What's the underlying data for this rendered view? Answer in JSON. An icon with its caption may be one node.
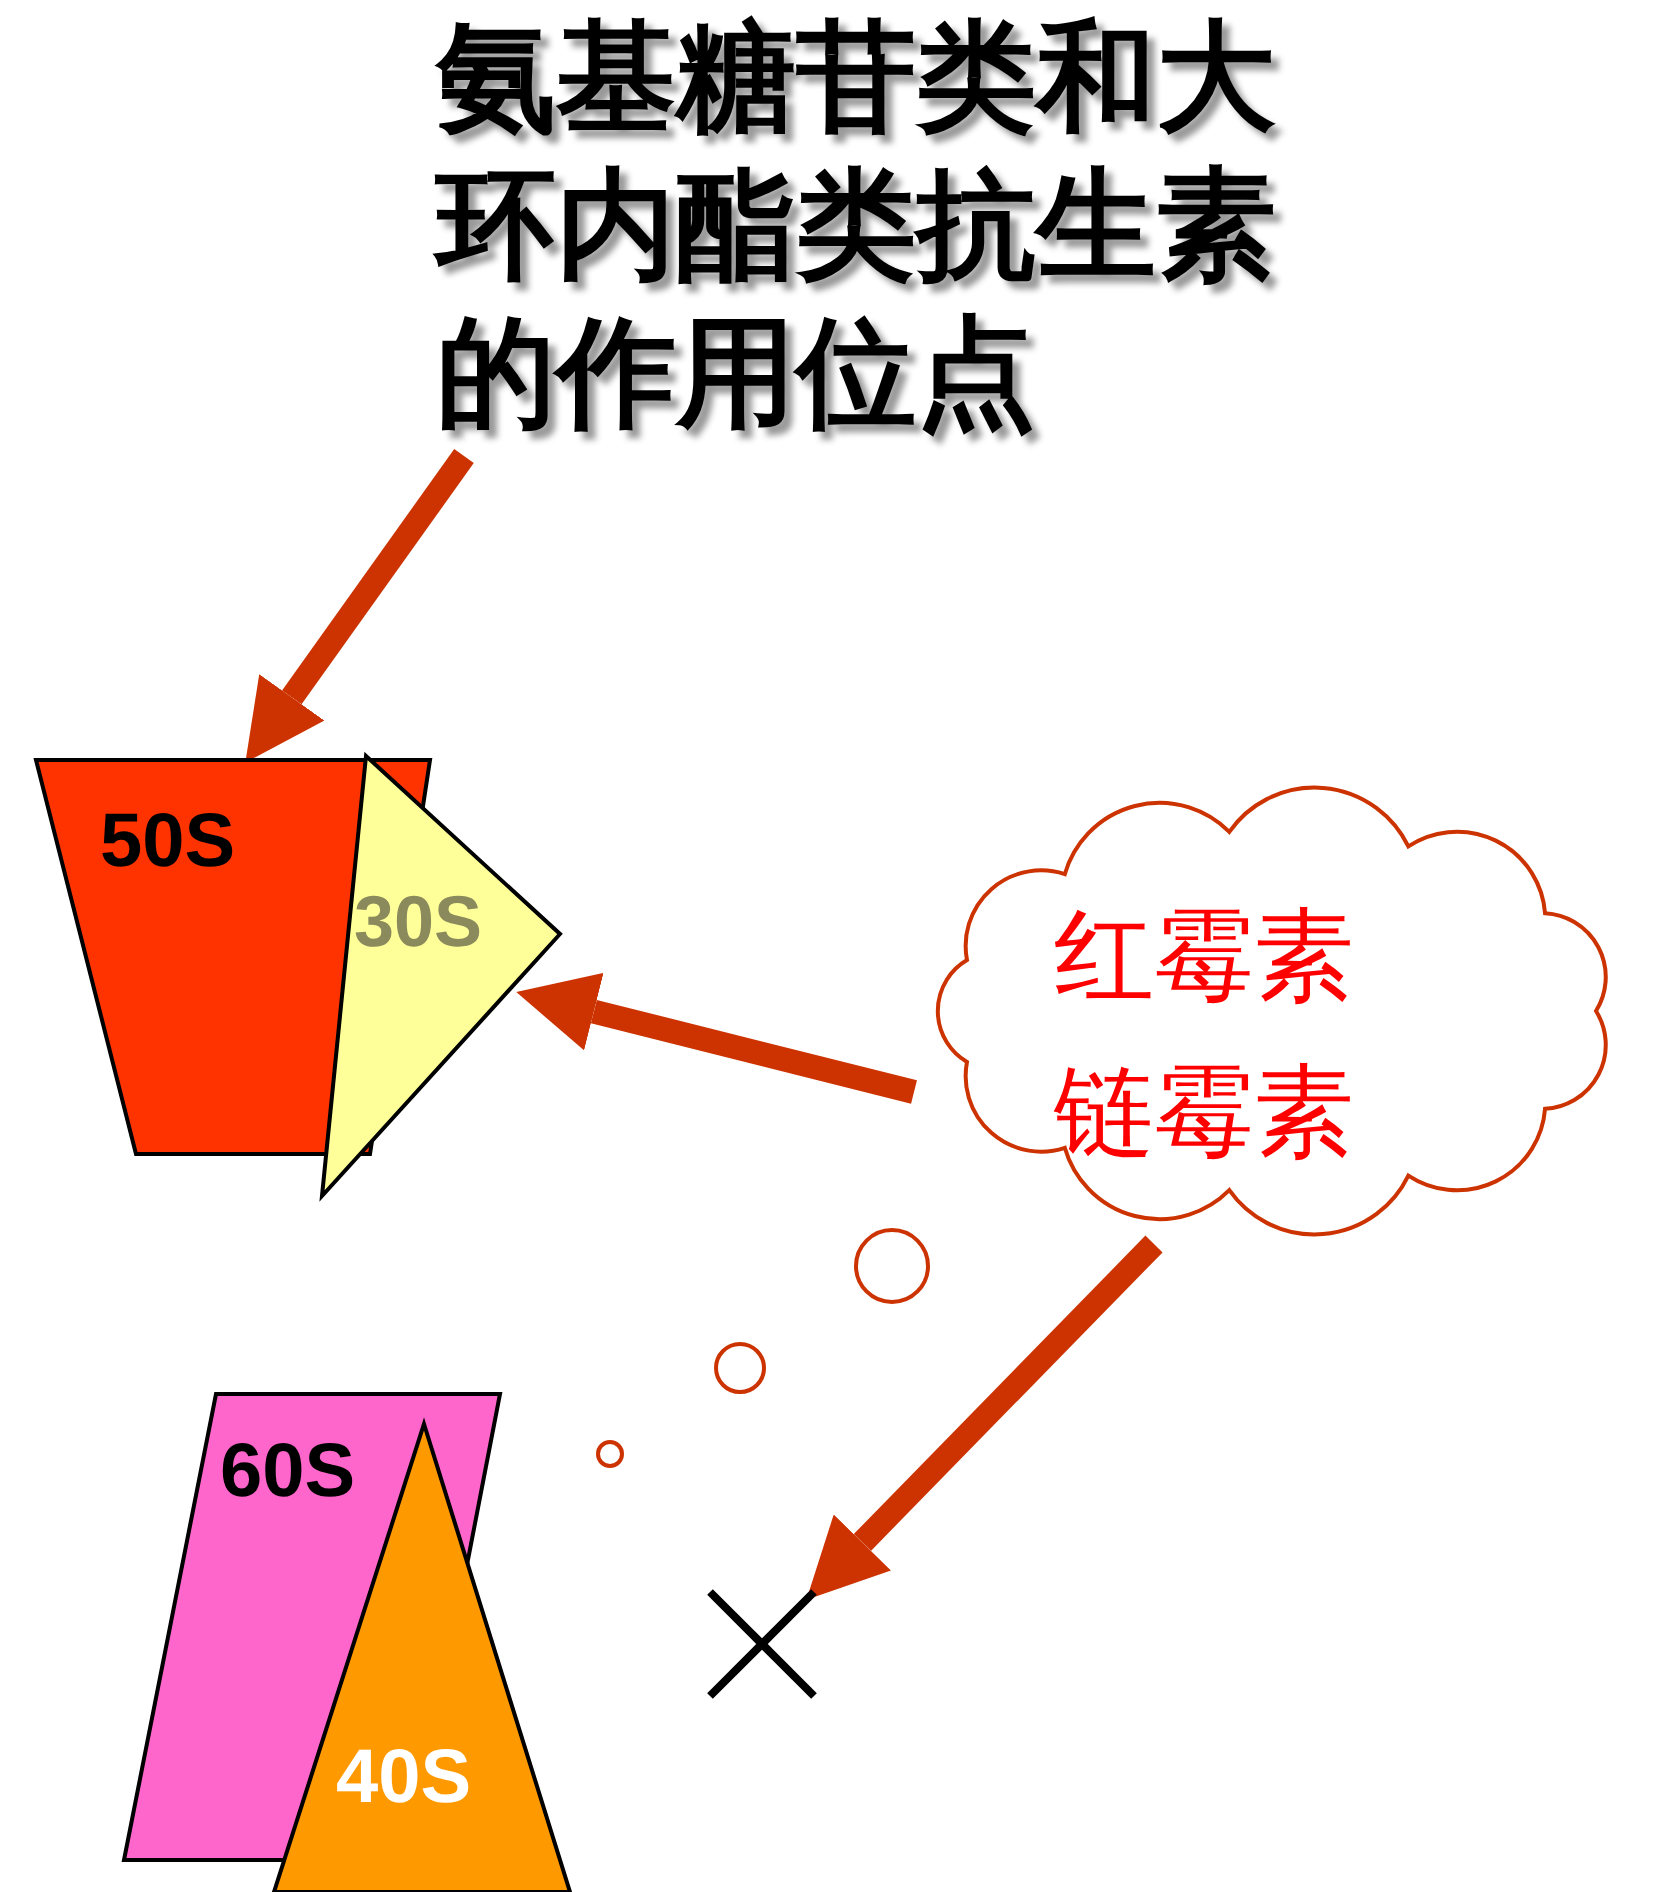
{
  "diagram": {
    "nodes": [
      {
        "text": [
          "氨基糖苷类和大环内酯类抗生素的作用位点"
        ]
      },
      {
        "text": [
          "50S"
        ]
      },
      {
        "text": [
          "30S"
        ]
      },
      {
        "text": [
          "红霉素",
          "链霉素"
        ]
      },
      {
        "text": [
          "60S"
        ]
      },
      {
        "text": [
          "40S"
        ]
      },
      {
        "text": [],
        "shape": "cross"
      }
    ],
    "edges": [
      {
        "from": 0,
        "to": 1,
        "arrow": "to"
      },
      {
        "from": 3,
        "to": 2,
        "arrow": "to"
      },
      {
        "from": 3,
        "to": 6,
        "arrow": "to"
      }
    ]
  }
}
